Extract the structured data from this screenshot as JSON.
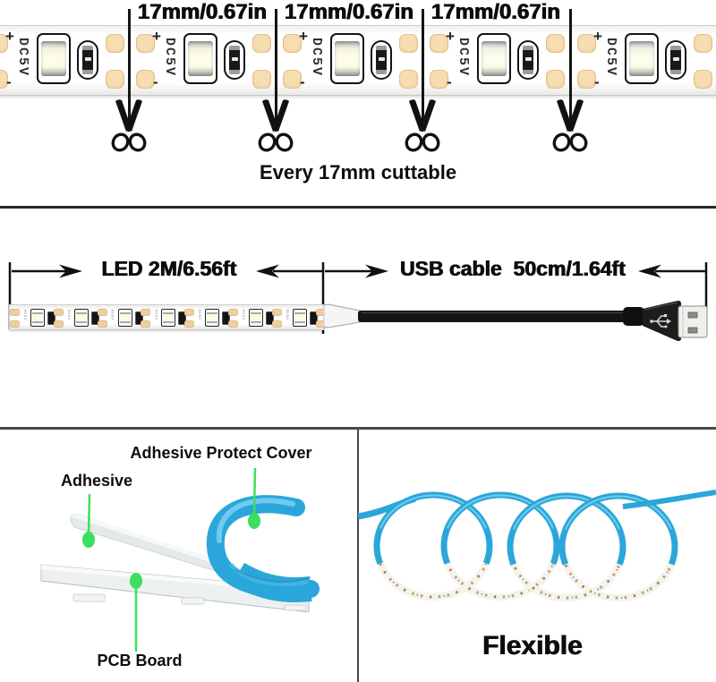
{
  "top_section": {
    "cut_label": "17mm/0.67in",
    "caption": "Every 17mm cuttable",
    "strip_print": {
      "plus": "+",
      "minus": "-",
      "voltage": "DC5V"
    },
    "scissors_icon": "scissors"
  },
  "middle_section": {
    "led_dimension_label": "LED 2M/6.56ft",
    "usb_dimension_label": "USB cable  50cm/1.64ft"
  },
  "bottom_left_panel": {
    "cover_label": "Adhesive Protect Cover",
    "adhesive_label": "Adhesive",
    "pcb_label": "PCB Board"
  },
  "bottom_right_panel": {
    "flexible_label": "Flexible"
  },
  "colors": {
    "copper_pad": "#f1d2a2",
    "protect_cover_blue": "#2ba6da",
    "annotation_green": "#3ddf5e",
    "cable_black": "#161616"
  },
  "layout": {
    "cut_line_xs": [
      144,
      308,
      472,
      637
    ],
    "cut_label_centers_x": [
      226,
      390,
      554
    ]
  }
}
